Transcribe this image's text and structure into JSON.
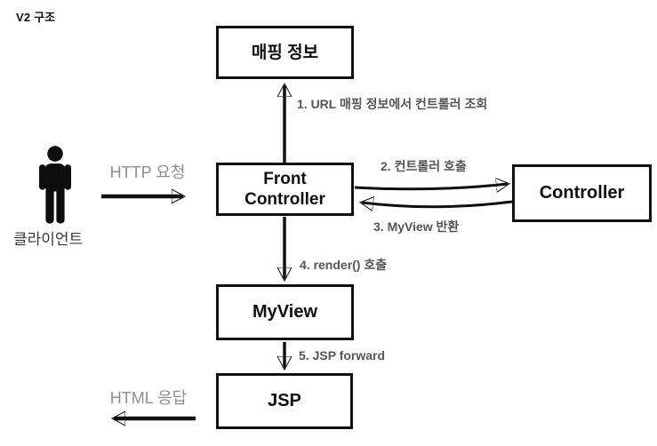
{
  "title": "V2 구조",
  "client": {
    "label": "클라이언트"
  },
  "boxes": {
    "mapping": "매핑 정보",
    "front_controller_line1": "Front",
    "front_controller_line2": "Controller",
    "controller": "Controller",
    "myview": "MyView",
    "jsp": "JSP"
  },
  "labels": {
    "http_request": "HTTP 요청",
    "html_response": "HTML 응답",
    "step1": "1. URL 매핑 정보에서 컨트롤러 조회",
    "step2": "2. 컨트롤러 호출",
    "step3": "3. MyView 반환",
    "step4": "4. render() 호출",
    "step5": "5. JSP forward"
  },
  "colors": {
    "ink": "#0f0f0f",
    "step_label_gray": "#555555",
    "io_label_gray": "#8e8e8e",
    "client_label_gray": "#3a3a3a",
    "box_background": "#ffffff"
  }
}
